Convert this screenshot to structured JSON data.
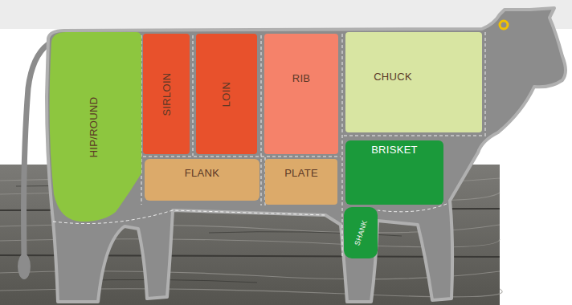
{
  "diagram": {
    "nodes": [
      {
        "text": [
          "HIP/ROUND"
        ]
      },
      {
        "text": [
          "SIRLOIN"
        ]
      },
      {
        "text": [
          "LOIN"
        ]
      },
      {
        "text": [
          "RIB"
        ]
      },
      {
        "text": [
          "CHUCK"
        ]
      },
      {
        "text": [
          "FLANK"
        ]
      },
      {
        "text": [
          "PLATE"
        ]
      },
      {
        "text": [
          "BRISKET"
        ]
      },
      {
        "text": [
          "SHANK"
        ]
      }
    ]
  }
}
